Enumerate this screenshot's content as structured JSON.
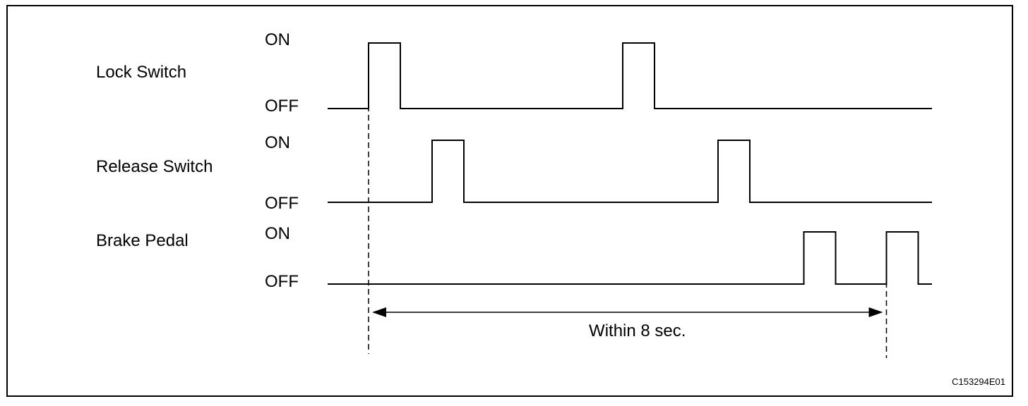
{
  "signals": [
    {
      "name": "Lock Switch",
      "on_label": "ON",
      "off_label": "OFF",
      "pulses": [
        {
          "on": 0,
          "off": 1
        },
        {
          "on": 8,
          "off": 9
        }
      ]
    },
    {
      "name": "Release Switch",
      "on_label": "ON",
      "off_label": "OFF",
      "pulses": [
        {
          "on": 2,
          "off": 3
        },
        {
          "on": 11,
          "off": 12
        }
      ]
    },
    {
      "name": "Brake Pedal",
      "on_label": "ON",
      "off_label": "OFF",
      "pulses": [
        {
          "on": 13.7,
          "off": 14.7
        },
        {
          "on": 16.3,
          "off": 17.3
        }
      ]
    }
  ],
  "time_range": [
    -1.3,
    17.8
  ],
  "duration": {
    "label": "Within 8 sec.",
    "from": 0,
    "to": 16.3
  },
  "figure_code": "C153294E01",
  "colors": {
    "ink": "#000000",
    "background": "#ffffff"
  }
}
